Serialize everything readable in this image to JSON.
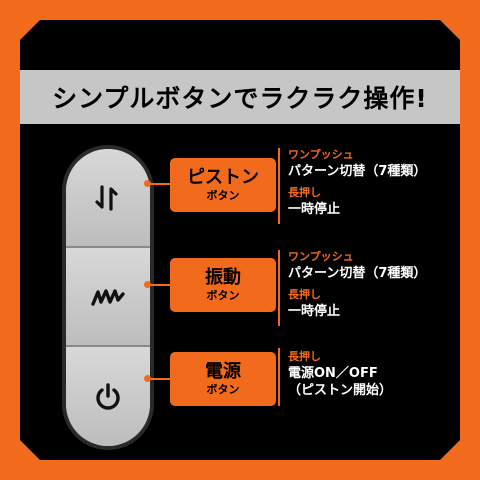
{
  "banner": {
    "title": "シンプルボタンでラクラク操作!"
  },
  "buttons": [
    {
      "name": "ピストン",
      "sub": "ボタン",
      "icon": "up-down-arrows-icon",
      "lines": [
        {
          "text": "ワンプッシュ",
          "color": "orange"
        },
        {
          "text": "パターン切替（7種類）",
          "color": "white"
        },
        {
          "text": "長押し",
          "color": "orange"
        },
        {
          "text": "一時停止",
          "color": "white"
        }
      ]
    },
    {
      "name": "振動",
      "sub": "ボタン",
      "icon": "vibration-wave-icon",
      "lines": [
        {
          "text": "ワンプッシュ",
          "color": "orange"
        },
        {
          "text": "パターン切替（7種類）",
          "color": "white"
        },
        {
          "text": "長押し",
          "color": "orange"
        },
        {
          "text": "一時停止",
          "color": "white"
        }
      ]
    },
    {
      "name": "電源",
      "sub": "ボタン",
      "icon": "power-icon",
      "lines": [
        {
          "text": "長押し",
          "color": "orange"
        },
        {
          "text": "電源ON／OFF",
          "color": "white"
        },
        {
          "text": "（ピストン開始）",
          "color": "white"
        }
      ]
    }
  ],
  "colors": {
    "accent": "#f26a1b",
    "panel": "#000000",
    "banner": "#c6c6c6",
    "button": "#cfcfcf"
  }
}
